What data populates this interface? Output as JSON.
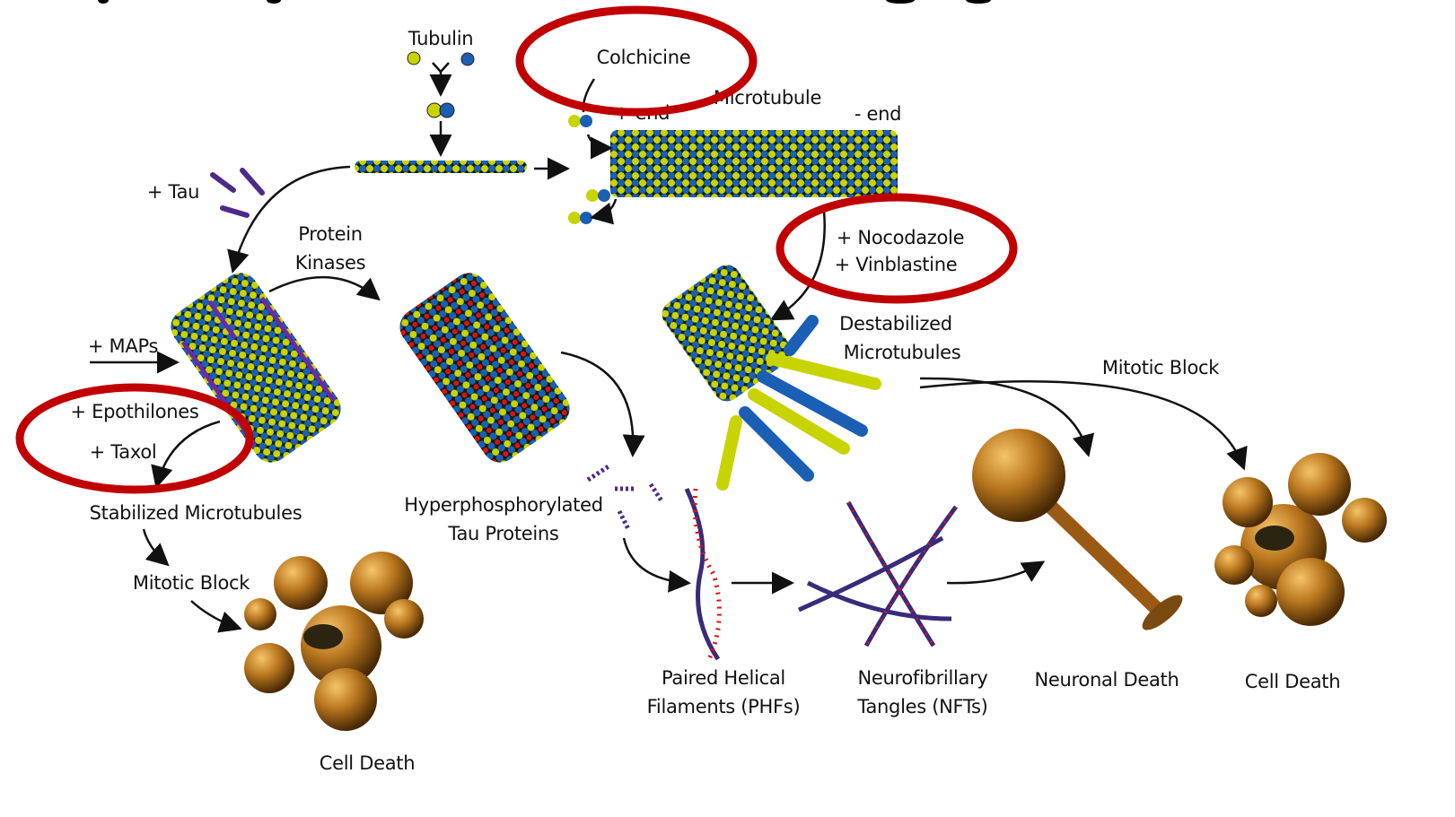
{
  "labels": {
    "tubulin": "Tubulin",
    "colchicine": "Colchicine",
    "plus_end": "+ end",
    "microtubule": "Microtubule",
    "minus_end": "- end",
    "tau": "+ Tau",
    "protein_kinases_1": "Protein",
    "protein_kinases_2": "Kinases",
    "nocodazole": "+ Nocodazole",
    "vinblastine": "+ Vinblastine",
    "destabilized_1": "Destabilized",
    "destabilized_2": "Microtubules",
    "maps": "+ MAPs",
    "epothilones": "+ Epothilones",
    "taxol": "+ Taxol",
    "stabilized": "Stabilized Microtubules",
    "hyperphos_1": "Hyperphosphorylated",
    "hyperphos_2": "Tau Proteins",
    "mitotic_block_right": "Mitotic Block",
    "mitotic_block_left": "Mitotic Block",
    "phf_1": "Paired Helical",
    "phf_2": "Filaments (PHFs)",
    "nft_1": "Neurofibrillary",
    "nft_2": "Tangles (NFTs)",
    "neuronal_death": "Neuronal Death",
    "cell_death_right": "Cell Death",
    "cell_death_left": "Cell Death"
  },
  "colors": {
    "highlight_ring": "#c00000",
    "tubulin_alpha": "#c8d400",
    "tubulin_beta": "#1a5fb4",
    "tau": "#4b2a8a",
    "phosphate": "#e01010",
    "cell": "#b8761e"
  }
}
